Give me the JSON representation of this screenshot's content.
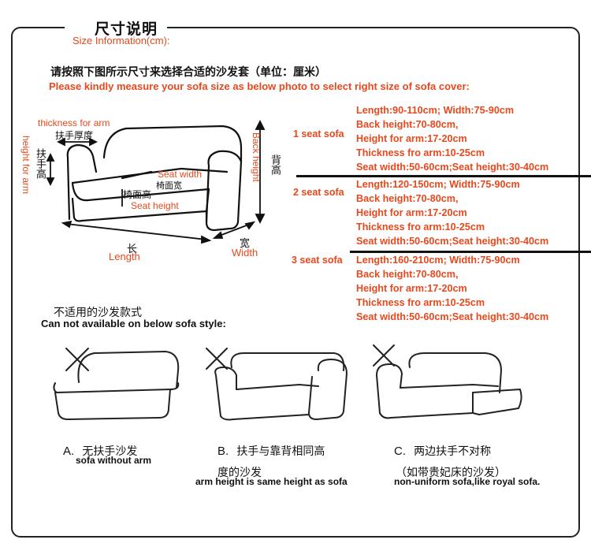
{
  "header": {
    "title_cn": "尺寸说明",
    "title_en": "Size Information(cm):"
  },
  "instructions": {
    "cn": "请按照下图所示尺寸来选择合适的沙发套（单位：厘米）",
    "en": "Please kindly measure your sofa size as below photo to select right size of sofa cover:"
  },
  "diagram": {
    "thickness_en": "thickness for arm",
    "thickness_cn": "扶手厚度",
    "arm_height_en": "height for arm",
    "arm_height_cn": "扶手高",
    "back_height_en": "Back height",
    "back_height_cn": "背高",
    "seat_width_en": "Seat width",
    "seat_width_cn": "椅面宽",
    "seat_height_en": "Seat height",
    "seat_height_cn": "椅面高",
    "length_cn": "长",
    "length_en": "Length",
    "width_cn": "宽",
    "width_en": "Width"
  },
  "sizes": [
    {
      "label": "1 seat sofa",
      "lines": [
        "Length:90-110cm; Width:75-90cm",
        "Back height:70-80cm,",
        "Height for arm:17-20cm",
        "Thickness fro arm:10-25cm",
        "Seat width:50-60cm;Seat height:30-40cm"
      ]
    },
    {
      "label": "2 seat sofa",
      "lines": [
        "Length:120-150cm; Width:75-90cm",
        "Back height:70-80cm,",
        "Height for arm:17-20cm",
        "Thickness fro arm:10-25cm",
        "Seat width:50-60cm;Seat height:30-40cm"
      ]
    },
    {
      "label": "3 seat sofa",
      "lines": [
        "Length:160-210cm; Width:75-90cm",
        "Back height:70-80cm,",
        "Height for arm:17-20cm",
        "Thickness fro arm:10-25cm",
        "Seat width:50-60cm;Seat height:30-40cm"
      ]
    }
  ],
  "unavailable": {
    "title_cn": "不适用的沙发款式",
    "title_en": "Can not available on below sofa style:",
    "styles": [
      {
        "letter": "A.",
        "cn": "无扶手沙发",
        "en": "sofa without arm"
      },
      {
        "letter": "B.",
        "cn": "扶手与靠背相同高",
        "cn2": "度的沙发",
        "en": "arm height is same height as sofa"
      },
      {
        "letter": "C.",
        "cn": "两边扶手不对称",
        "cn2": "（如带贵妃床的沙发）",
        "en": "non-uniform sofa,like royal sofa."
      }
    ]
  },
  "colors": {
    "accent": "#e8481c",
    "text": "#111111",
    "line": "#222222"
  }
}
